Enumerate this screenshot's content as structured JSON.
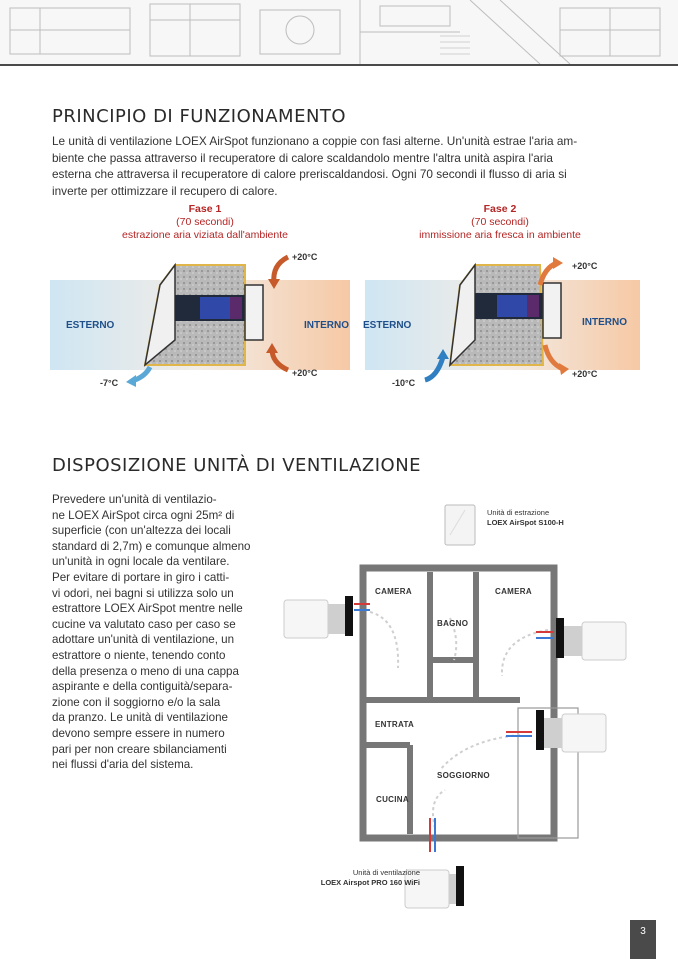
{
  "section1": {
    "title": "PRINCIPIO DI FUNZIONAMENTO",
    "lines": [
      "Le unità di ventilazione LOEX AirSpot funzionano a coppie con fasi alterne. Un'unità estrae l'aria am-",
      "biente che passa attraverso il recuperatore di calore scaldandolo mentre l'altra unità aspira l'aria",
      "esterna che attraversa il recuperatore di calore preriscaldandosi. Ogni 70 secondi il flusso di aria si",
      "inverte per ottimizzare il recupero di calore."
    ]
  },
  "phase1": {
    "title": "Fase 1",
    "duration": "(70 secondi)",
    "desc": "estrazione aria viziata dall'ambiente",
    "label_out": "ESTERNO",
    "label_in": "INTERNO",
    "temp_top": "+20°C",
    "temp_bottom_in": "+20°C",
    "temp_out": "-7°C"
  },
  "phase2": {
    "title": "Fase 2",
    "duration": "(70 secondi)",
    "desc": "immissione aria fresca in ambiente",
    "label_out": "ESTERNO",
    "label_in": "INTERNO",
    "temp_top": "+20°C",
    "temp_bottom_in": "+20°C",
    "temp_out": "-10°C"
  },
  "section2": {
    "title": "DISPOSIZIONE UNITÀ DI VENTILAZIONE",
    "lines": [
      "Prevedere un'unità di ventilazio-",
      "ne LOEX AirSpot circa ogni 25m² di",
      "superficie (con un'altezza dei locali",
      "standard di 2,7m) e comunque almeno",
      "un'unità in ogni locale da ventilare.",
      "Per evitare di portare in giro i catti-",
      "vi odori, nei bagni si utilizza solo un",
      "estrattore LOEX AirSpot mentre nelle",
      "cucine va valutato caso per caso se",
      "adottare un'unità di ventilazione, un",
      "estrattore o niente, tenendo conto",
      "della presenza o meno di una cappa",
      "aspirante e della contiguità/separa-",
      "zione con il soggiorno e/o la sala",
      "da pranzo. Le unità di ventilazione",
      "devono sempre essere in numero",
      "pari per non creare sbilanciamenti",
      "nei flussi d'aria del sistema."
    ]
  },
  "floorplan": {
    "rooms": {
      "camera_left": "CAMERA",
      "camera_right": "CAMERA",
      "bagno": "BAGNO",
      "entrata": "ENTRATA",
      "soggiorno": "SOGGIORNO",
      "cucina": "CUCINA"
    },
    "extractor_caption": [
      "Unità di estrazione",
      "LOEX AirSpot S100-H"
    ],
    "ventilation_caption": [
      "Unità di ventilazione",
      "LOEX Airspot PRO 160 WiFi"
    ]
  },
  "page_number": "3",
  "colors": {
    "cold": "#5aa8d6",
    "warm": "#e07a3e",
    "title_red": "#b42525",
    "accent_blue": "#1f4f8a"
  }
}
